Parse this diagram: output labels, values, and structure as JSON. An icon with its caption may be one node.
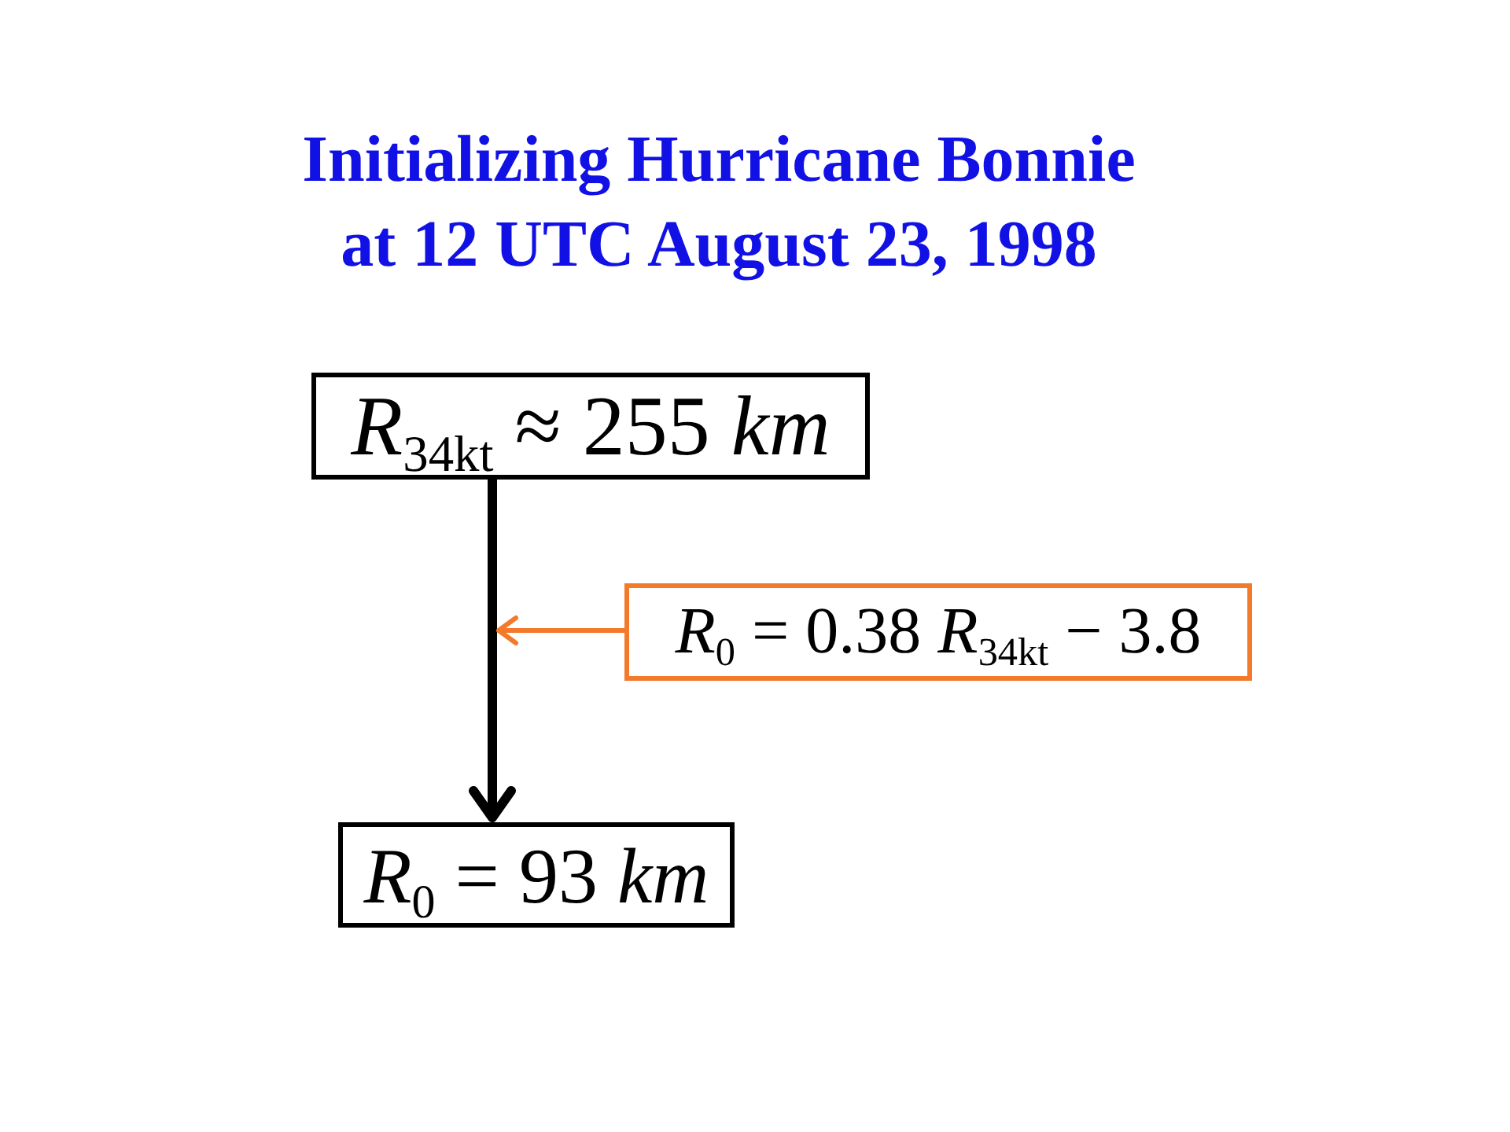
{
  "diagram": {
    "title": "Initializing Hurricane Bonnie at 12 UTC August 23, 1998",
    "nodes": [
      {
        "text": [
          "*R*$_{34kt}$ ≈ 255 *km*"
        ]
      },
      {
        "text": [
          "*R*$_{0}$ = 0.38 *R*$_{34kt}$ − 3.8"
        ]
      },
      {
        "text": [
          "*R*$_{0}$ = 93 *km*"
        ]
      }
    ],
    "edges": [
      {
        "from": 0,
        "to": 2,
        "arrow": "to",
        "style": "thick"
      },
      {
        "from": 1,
        "to": null,
        "arrow": "to",
        "color": "#f37a2b"
      }
    ]
  }
}
